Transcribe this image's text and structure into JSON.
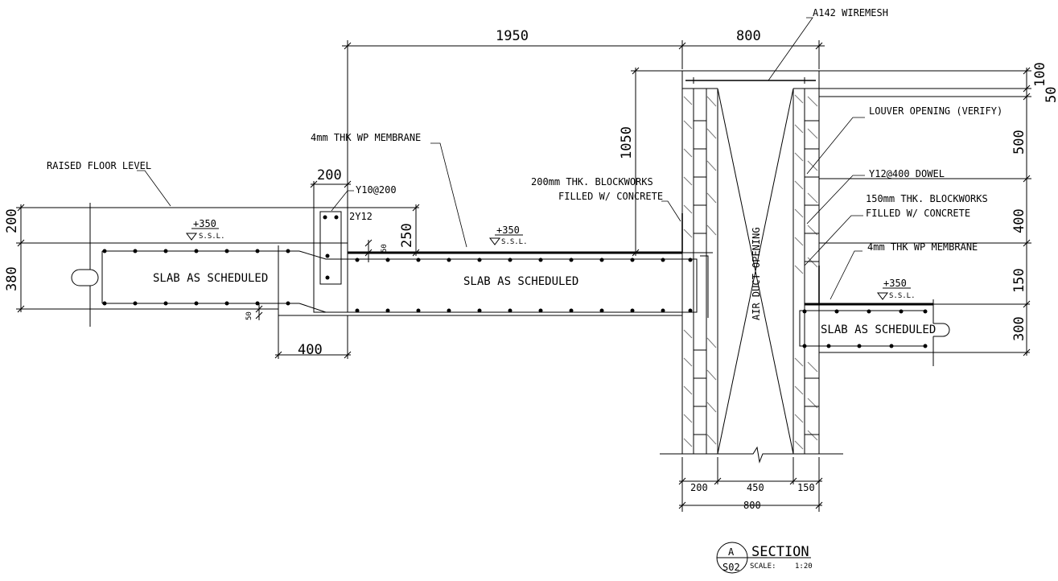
{
  "labels": {
    "wiremesh": "A142 WIREMESH",
    "louver": "LOUVER OPENING (VERIFY)",
    "dowel": "Y12@400 DOWEL",
    "block150_1": "150mm THK. BLOCKWORKS",
    "block150_2": "FILLED W/ CONCRETE",
    "membrane_right": "4mm THK WP MEMBRANE",
    "membrane_top": "4mm THK WP MEMBRANE",
    "block200_1": "200mm THK. BLOCKWORKS",
    "block200_2": "FILLED W/ CONCRETE",
    "raised_floor": "RAISED FLOOR LEVEL",
    "y10": "Y10@200",
    "two_y12": "2Y12",
    "slab_left": "SLAB AS SCHEDULED",
    "slab_mid": "SLAB AS SCHEDULED",
    "slab_right": "SLAB AS SCHEDULED",
    "air_duct": "AIR DUCT OPENING"
  },
  "levels": {
    "left": {
      "value": "+350",
      "ref": "S.S.L."
    },
    "mid": {
      "value": "+350",
      "ref": "S.S.L."
    },
    "right": {
      "value": "+350",
      "ref": "S.S.L."
    }
  },
  "dimensions": {
    "top_1950": "1950",
    "top_800": "800",
    "height_1050": "1050",
    "beam_200": "200",
    "left_200": "200",
    "left_380": "380",
    "drop_250": "250",
    "gap_50_upper": "50",
    "gap_50_lower": "50",
    "bottom_400": "400",
    "right_100": "100",
    "right_50": "50",
    "right_500": "500",
    "right_400": "400",
    "right_150": "150",
    "right_300": "300",
    "wall_200": "200",
    "wall_450": "450",
    "wall_150": "150",
    "wall_800": "800"
  },
  "title": {
    "letter": "A",
    "sheet": "S02",
    "name": "SECTION",
    "scale_label": "SCALE:",
    "scale_value": "1:20"
  }
}
